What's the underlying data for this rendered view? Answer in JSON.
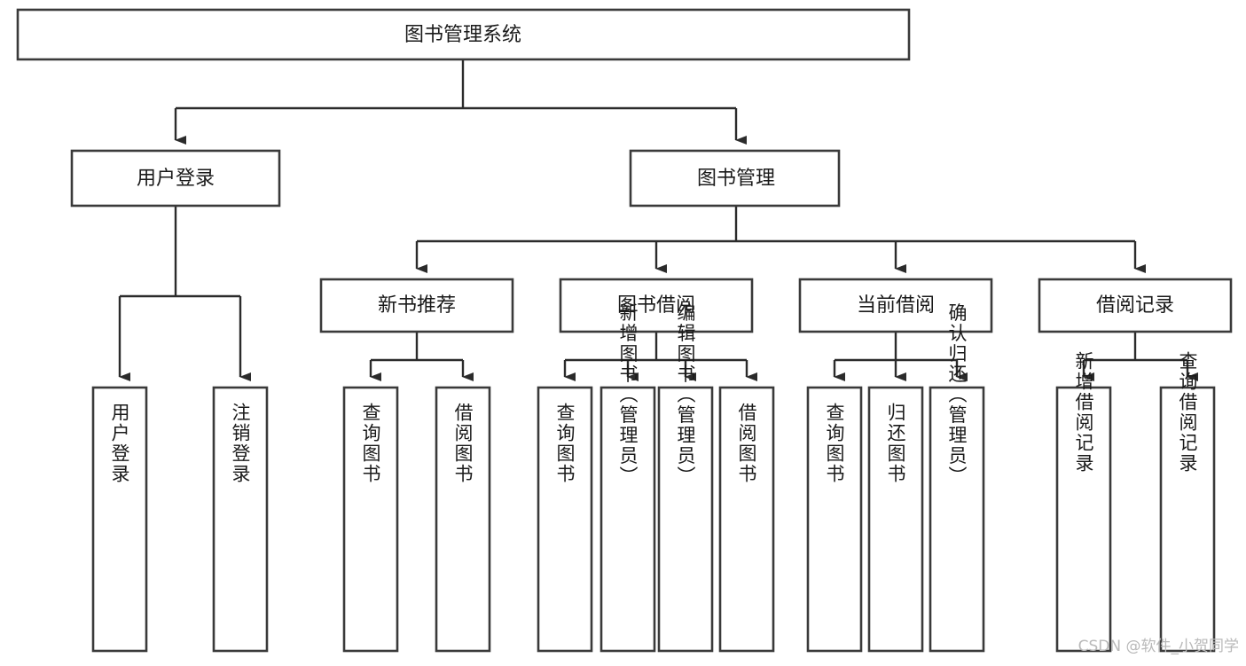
{
  "diagram": {
    "type": "tree",
    "title_node": {
      "label": "图书管理系统"
    },
    "level2": [
      {
        "label": "用户登录"
      },
      {
        "label": "图书管理"
      }
    ],
    "level3": [
      {
        "label": "新书推荐"
      },
      {
        "label": "图书借阅"
      },
      {
        "label": "当前借阅"
      },
      {
        "label": "借阅记录"
      }
    ],
    "leaves": {
      "user_login": [
        {
          "label": "用户登录"
        },
        {
          "label": "注销登录"
        }
      ],
      "new_book": [
        {
          "label": "查询图书"
        },
        {
          "label": "借阅图书"
        }
      ],
      "book_borrow": [
        {
          "label": "查询图书"
        },
        {
          "label": "新增图书（管理员）"
        },
        {
          "label": "编辑图书（管理员）"
        },
        {
          "label": "借阅图书"
        }
      ],
      "current_borrow": [
        {
          "label": "查询图书"
        },
        {
          "label": "归还图书"
        },
        {
          "label": "确认归还（管理员）"
        }
      ],
      "borrow_record": [
        {
          "label": "新增借阅记录"
        },
        {
          "label": "查询借阅记录"
        }
      ]
    }
  },
  "watermark": {
    "text": "CSDN @软件_小贺同学"
  },
  "colors": {
    "box_stroke": "#3a3a3a",
    "connector": "#2b2b2b",
    "text": "#1a1a1a",
    "background": "#ffffff",
    "watermark": "#b9b9b9"
  }
}
